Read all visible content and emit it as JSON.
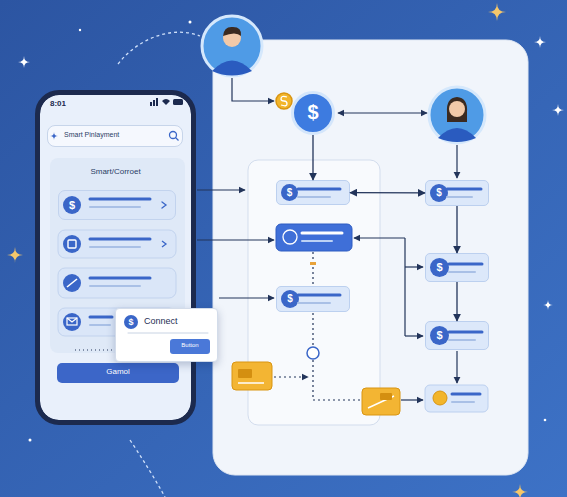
{
  "diagram": {
    "nodes": [
      {
        "text": [
          "8:01",
          "Smart/Corroet"
        ]
      },
      {
        "text": [
          "Smart Pinlayment"
        ],
        "in": 0
      },
      {
        "text": [
          "$"
        ],
        "in": 0
      },
      {
        "text": [
          "Gamol"
        ],
        "in": 0
      },
      {
        "text": [
          "$",
          "Connect"
        ]
      },
      {
        "text": [
          "Button"
        ],
        "in": 4
      },
      {
        "text": [
          "$"
        ]
      },
      {
        "text": [
          "$"
        ]
      },
      {
        "text": [
          "$"
        ]
      },
      {
        "text": [
          "$"
        ]
      },
      {
        "text": [
          "$"
        ]
      },
      {
        "text": [
          "$"
        ]
      }
    ],
    "edges": [
      {
        "from": 6,
        "to": 7,
        "arrow": "to"
      },
      {
        "from": 7,
        "to": 8,
        "arrow": "both"
      },
      {
        "from": 8,
        "to": 9,
        "arrow": "to"
      },
      {
        "from": 9,
        "to": 11,
        "arrow": "to"
      }
    ]
  }
}
